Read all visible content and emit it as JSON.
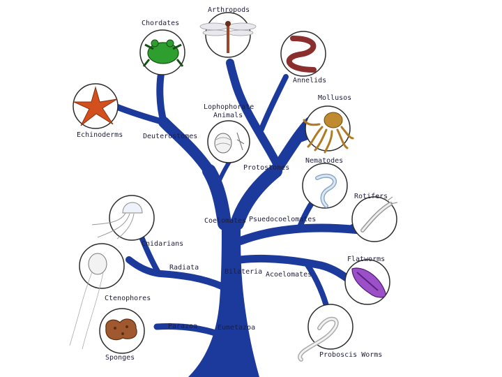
{
  "colors": {
    "branch": "#1c3a9c",
    "circle": "#2b2b2b",
    "text": "#1e1e3c"
  },
  "labels": {
    "arthropods": "Arthropods",
    "chordates": "Chordates",
    "annelids": "Annelids",
    "molluscs": "Mollusos",
    "echinoderms": "Echinoderms",
    "deuterostomes": "Deuterostomes",
    "lophophorate_1": "Lophophorate",
    "lophophorate_2": "Animals",
    "protostomes": "Protostomes",
    "nematodes": "Nematodes",
    "rotifers": "Rotifers",
    "coelomates": "Coelomates",
    "pseudocoelomates": "Psuedocoelomates",
    "cnidarians": "Cnidarians",
    "radiata": "Radiata",
    "bilateria": "Bilateria",
    "acoelomates": "Acoelomates",
    "flatworms": "Flatworms",
    "ctenophores": "Ctenophores",
    "parazoa": "Parazoa",
    "eumetazoa": "Eumetazoa",
    "sponges": "Sponges",
    "proboscis_worms": "Proboscis Worms"
  },
  "icons": [
    "dragonfly-icon",
    "frog-icon",
    "earthworm-icon",
    "octopus-icon",
    "starfish-icon",
    "lophophorate-icon",
    "roundworm-icon",
    "rotifer-icon",
    "jellyfish-icon",
    "flatworm-icon",
    "comb-jelly-icon",
    "sponge-icon",
    "ribbon-worm-icon"
  ]
}
